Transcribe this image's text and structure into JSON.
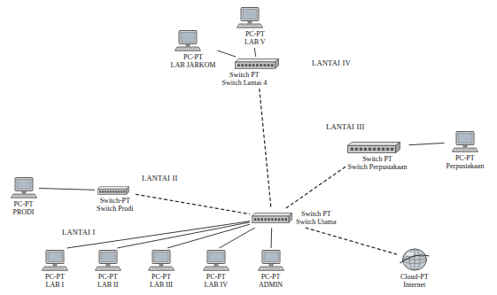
{
  "diagram": {
    "nodes": [
      {
        "text": [
          "PC-PT",
          "LAB JARKOM"
        ]
      },
      {
        "text": [
          "PC-PT",
          "LAB V"
        ]
      },
      {
        "text": [
          "Switch PT",
          "Switch Lantai 4"
        ]
      },
      {
        "text": [
          "Switch PT",
          "Switch Perpustakaan"
        ]
      },
      {
        "text": [
          "PC-PT",
          "Perpustakaan"
        ]
      },
      {
        "text": [
          "PC-PT",
          "PRODI"
        ]
      },
      {
        "text": [
          "Switch-PT",
          "Switch Prodi"
        ]
      },
      {
        "text": [
          "Switch PT",
          "Switch Utama"
        ]
      },
      {
        "text": [
          "PC-PT",
          "LAB I"
        ]
      },
      {
        "text": [
          "PC-PT",
          "LAB II"
        ]
      },
      {
        "text": [
          "PC-PT",
          "LAB III"
        ]
      },
      {
        "text": [
          "PC-PT",
          "LAB IV"
        ]
      },
      {
        "text": [
          "PC-PT",
          "ADMIN"
        ]
      },
      {
        "text": [
          "Cloud-PT",
          "Internet"
        ]
      }
    ],
    "edges": [
      {
        "from": 0,
        "to": 2,
        "arrow": "none"
      },
      {
        "from": 1,
        "to": 2,
        "arrow": "none"
      },
      {
        "from": 2,
        "to": 7,
        "arrow": "none"
      },
      {
        "from": 4,
        "to": 3,
        "arrow": "none"
      },
      {
        "from": 3,
        "to": 7,
        "arrow": "none"
      },
      {
        "from": 5,
        "to": 6,
        "arrow": "none"
      },
      {
        "from": 6,
        "to": 7,
        "arrow": "none"
      },
      {
        "from": 7,
        "to": 8,
        "arrow": "none"
      },
      {
        "from": 7,
        "to": 9,
        "arrow": "none"
      },
      {
        "from": 7,
        "to": 10,
        "arrow": "none"
      },
      {
        "from": 7,
        "to": 11,
        "arrow": "none"
      },
      {
        "from": 7,
        "to": 12,
        "arrow": "none"
      },
      {
        "from": 7,
        "to": 13,
        "arrow": "none"
      }
    ],
    "labels": [
      "LANTAI IV",
      "LANTAI III",
      "LANTAI II",
      "LANTAI I"
    ]
  }
}
